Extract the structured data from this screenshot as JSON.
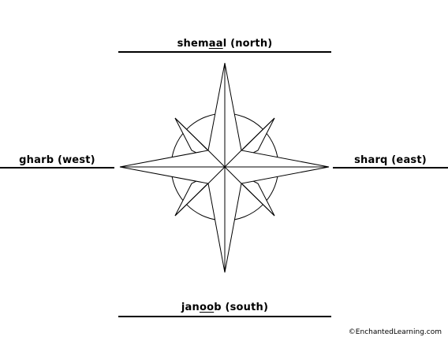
{
  "north": {
    "before": "shem",
    "underlined": "aa",
    "after": "l (north)"
  },
  "south": {
    "before": "jan",
    "underlined": "oo",
    "after": "b (south)"
  },
  "west": {
    "text": "gharb (west)"
  },
  "east": {
    "text": "sharq (east)"
  },
  "copyright": "©EnchantedLearning.com",
  "colors": {
    "ink": "#000000",
    "background": "#ffffff"
  }
}
